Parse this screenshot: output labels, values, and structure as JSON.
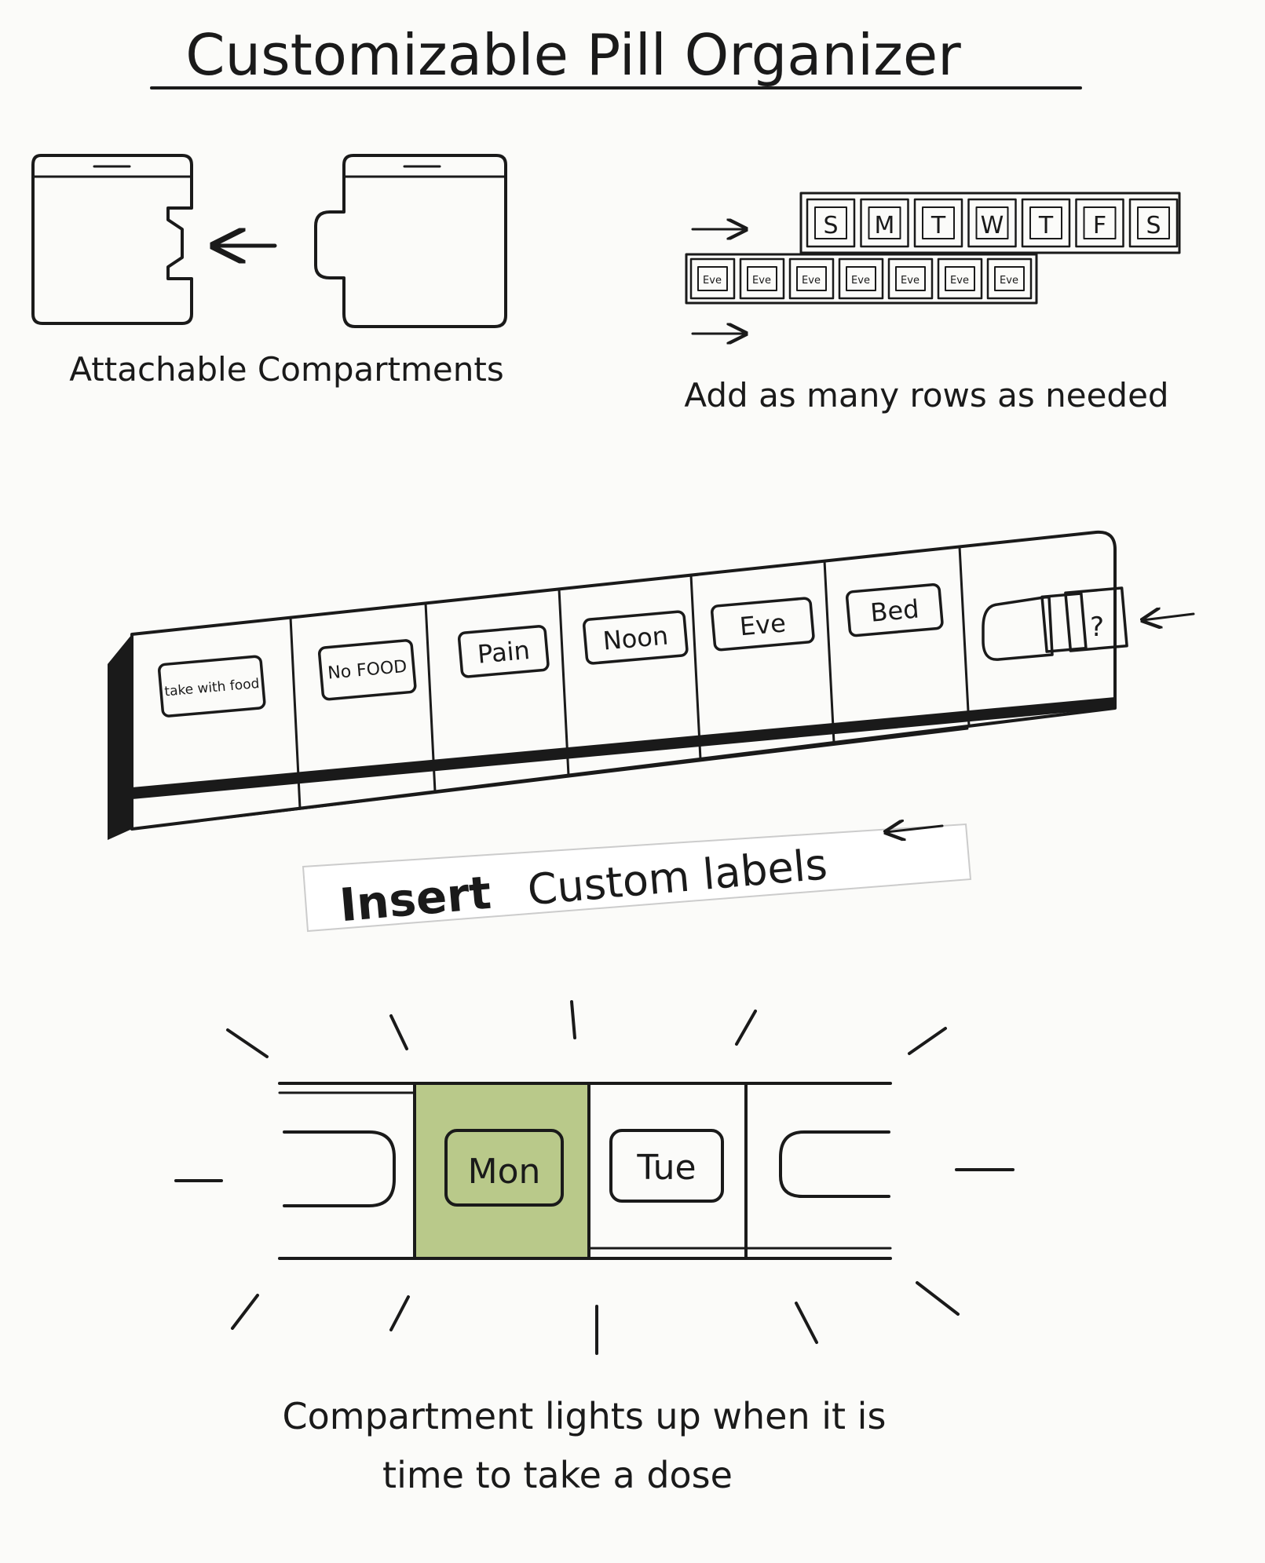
{
  "title": "Customizable Pill Organizer",
  "section1": {
    "caption": "Attachable Compartments"
  },
  "section2": {
    "days": [
      "S",
      "M",
      "T",
      "W",
      "T",
      "F",
      "S"
    ],
    "row2_labels": [
      "Eve",
      "Eve",
      "Eve",
      "Eve",
      "Eve",
      "Eve",
      "Eve"
    ],
    "caption": "Add as many rows as needed"
  },
  "section3": {
    "labels": [
      "take with food",
      "No FOOD",
      "Pain",
      "Noon",
      "Eve",
      "Bed"
    ],
    "tab_mark": "?",
    "caption_bold": "Insert",
    "caption_rest": "Custom labels"
  },
  "section4": {
    "labels": [
      "Mon",
      "Tue"
    ],
    "highlight_color": "#b9c98a",
    "caption_line1": "Compartment lights up when it is",
    "caption_line2": "time to take a dose"
  },
  "colors": {
    "ink": "#1a1a1a",
    "paper": "#fbfbf9",
    "lit": "#b9c98a"
  }
}
